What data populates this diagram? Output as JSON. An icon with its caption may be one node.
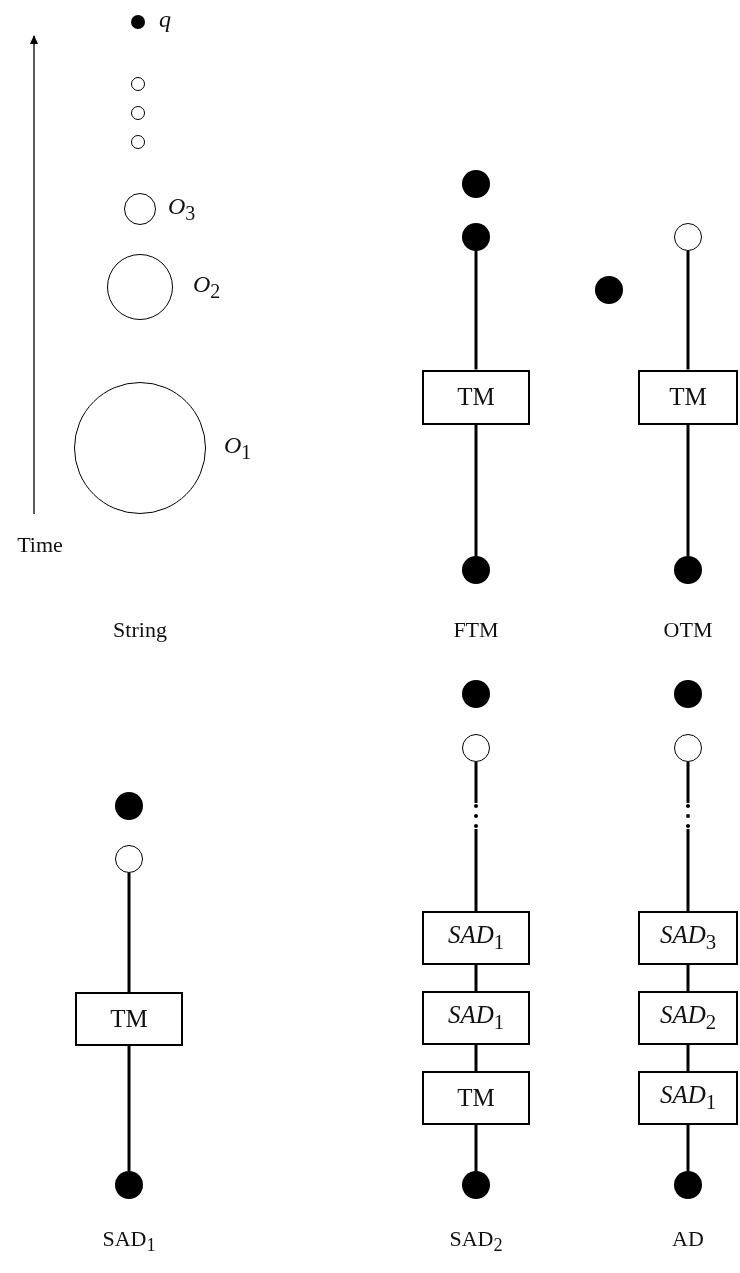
{
  "diagram": {
    "nodes": [
      {
        "text": [],
        "shape": "dot",
        "beside": [
          "q"
        ]
      },
      {
        "text": [],
        "shape": "circle"
      },
      {
        "text": [],
        "shape": "circle"
      },
      {
        "text": [],
        "shape": "circle"
      },
      {
        "text": [],
        "shape": "circle",
        "beside": [
          "*O*$_{3}$"
        ]
      },
      {
        "text": [],
        "shape": "circle",
        "beside": [
          "*O*$_{2}$"
        ]
      },
      {
        "text": [],
        "shape": "circle",
        "beside": [
          "*O*$_{1}$"
        ]
      },
      {
        "text": [],
        "shape": "dot"
      },
      {
        "text": [],
        "shape": "dot"
      },
      {
        "text": [
          "TM"
        ]
      },
      {
        "text": [],
        "shape": "dot"
      },
      {
        "text": [],
        "shape": "dot"
      },
      {
        "text": [],
        "shape": "circle"
      },
      {
        "text": [
          "TM"
        ]
      },
      {
        "text": [],
        "shape": "dot"
      },
      {
        "text": [],
        "shape": "dot"
      },
      {
        "text": [],
        "shape": "circle"
      },
      {
        "text": [
          "TM"
        ]
      },
      {
        "text": [],
        "shape": "dot"
      },
      {
        "text": [],
        "shape": "dot"
      },
      {
        "text": [],
        "shape": "circle"
      },
      {
        "text": [],
        "shape": "dots"
      },
      {
        "text": [
          "*SAD*$_{1}$"
        ]
      },
      {
        "text": [
          "*SAD*$_{1}$"
        ]
      },
      {
        "text": [
          "TM"
        ]
      },
      {
        "text": [],
        "shape": "dot"
      },
      {
        "text": [],
        "shape": "dot"
      },
      {
        "text": [],
        "shape": "circle"
      },
      {
        "text": [],
        "shape": "dots"
      },
      {
        "text": [
          "*SAD*$_{3}$"
        ]
      },
      {
        "text": [
          "*SAD*$_{2}$"
        ]
      },
      {
        "text": [
          "*SAD*$_{1}$"
        ]
      },
      {
        "text": [],
        "shape": "dot"
      }
    ],
    "edges": [
      {
        "from": 8,
        "to": 9,
        "arrow": "none"
      },
      {
        "from": 9,
        "to": 10,
        "arrow": "none"
      },
      {
        "from": 12,
        "to": 13,
        "arrow": "none"
      },
      {
        "from": 13,
        "to": 14,
        "arrow": "none"
      },
      {
        "from": 16,
        "to": 17,
        "arrow": "none"
      },
      {
        "from": 17,
        "to": 18,
        "arrow": "none"
      },
      {
        "from": 20,
        "to": 21,
        "arrow": "none"
      },
      {
        "from": 21,
        "to": 22,
        "arrow": "none"
      },
      {
        "from": 22,
        "to": 23,
        "arrow": "none"
      },
      {
        "from": 23,
        "to": 24,
        "arrow": "none"
      },
      {
        "from": 24,
        "to": 25,
        "arrow": "none"
      },
      {
        "from": 27,
        "to": 28,
        "arrow": "none"
      },
      {
        "from": 28,
        "to": 29,
        "arrow": "none"
      },
      {
        "from": 29,
        "to": 30,
        "arrow": "none"
      },
      {
        "from": 30,
        "to": 31,
        "arrow": "none"
      },
      {
        "from": 31,
        "to": 32,
        "arrow": "none"
      }
    ],
    "labels": [
      "Time",
      "String",
      "FTM",
      "OTM",
      "SAD$_{1}$",
      "SAD$_{2}$",
      "AD"
    ]
  }
}
